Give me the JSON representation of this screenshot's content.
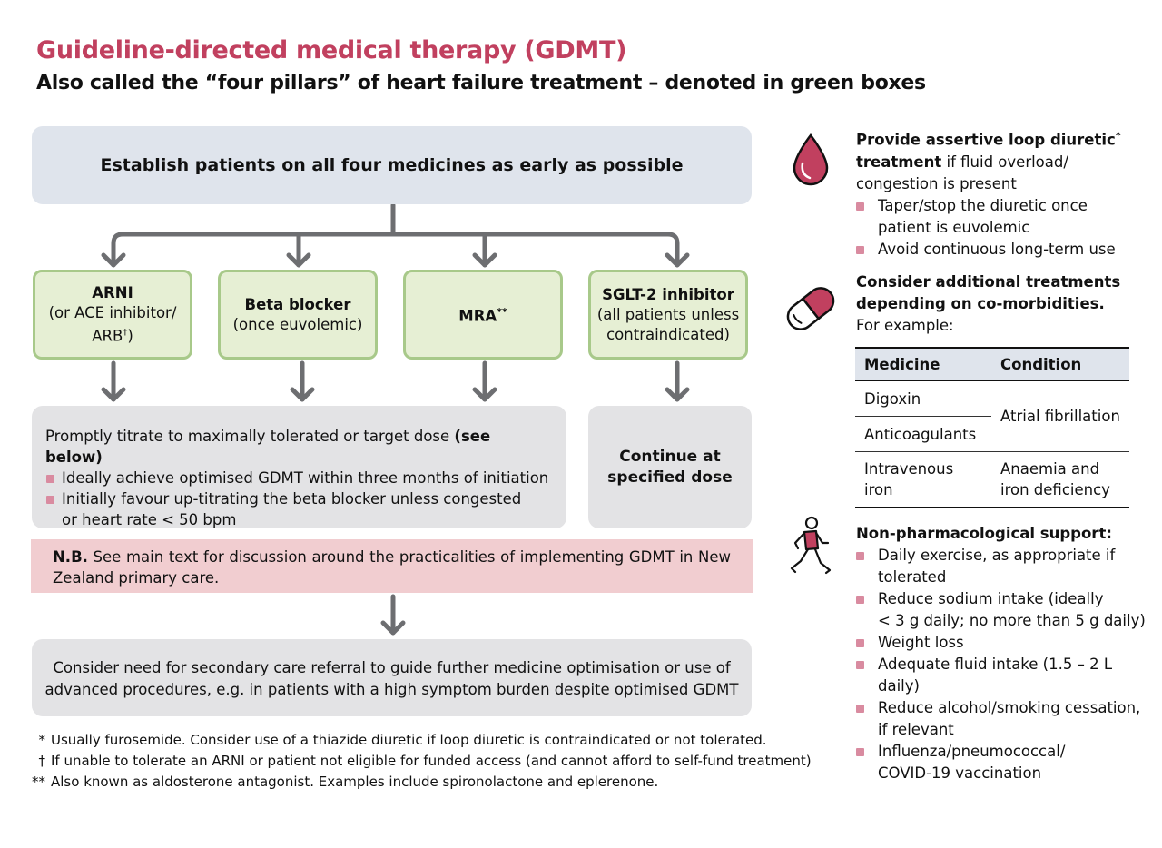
{
  "title": "Guideline-directed medical therapy (GDMT)",
  "subtitle": "Also called the “four pillars” of heart failure treatment – denoted in green boxes",
  "top_box": "Establish patients on all four medicines as early as possible",
  "pillars": [
    {
      "name": "ARNI",
      "line2": "(or ACE inhibitor/",
      "line3": "ARB",
      "sup": "†",
      "line3_end": ")"
    },
    {
      "name": "Beta blocker",
      "line2": "(once euvolemic)"
    },
    {
      "name": "MRA",
      "sup": "**"
    },
    {
      "name": "SGLT-2 inhibitor",
      "line2": "(all patients unless",
      "line3": "contraindicated)"
    }
  ],
  "titrate": {
    "lead": "Promptly titrate to maximally tolerated or target dose ",
    "lead_bold": "(see below)",
    "bullets": [
      "Ideally achieve optimised GDMT within three months of initiation",
      "Initially favour up-titrating the beta blocker unless congested or heart rate < 50 bpm"
    ]
  },
  "continue_box": {
    "line1": "Continue at",
    "line2": "specified dose"
  },
  "nb": {
    "label": "N.B.",
    "text": " See main text for discussion around the practicalities of implementing GDMT in New Zealand primary care."
  },
  "referral": {
    "line1": "Consider need for secondary care referral to guide further medicine optimisation or use of",
    "line2": "advanced procedures, e.g. in patients with a high symptom burden despite optimised GDMT"
  },
  "footnotes": [
    {
      "mark": "*",
      "text": "Usually furosemide. Consider use of a thiazide diuretic if loop diuretic is contraindicated or not tolerated."
    },
    {
      "mark": "†",
      "text": "If unable to tolerate an ARNI or patient not eligible for funded access (and cannot afford to self-fund treatment)"
    },
    {
      "mark": "**",
      "text": "Also known as aldosterone antagonist. Examples include spironolactone and eplerenone."
    }
  ],
  "diuretic": {
    "bold1": "Provide assertive loop diuretic",
    "sup": "*",
    "bold2": "treatment",
    "rest1": " if fluid overload/",
    "rest2": "congestion is present",
    "bullets": [
      "Taper/stop the diuretic once patient is euvolemic",
      "Avoid continuous long-term use"
    ]
  },
  "additional": {
    "bold1": "Consider additional treatments",
    "bold2": "depending on co-morbidities.",
    "text": "For example:",
    "table": {
      "headers": [
        "Medicine",
        "Condition"
      ],
      "rows": [
        {
          "medicine": "Digoxin"
        },
        {
          "medicine": "Anticoagulants"
        },
        {
          "medicine_l1": "Intravenous",
          "medicine_l2": "iron",
          "condition_l1": "Anaemia and",
          "condition_l2": "iron deficiency"
        }
      ],
      "shared_condition": "Atrial fibrillation"
    }
  },
  "nonpharm": {
    "heading": "Non-pharmacological support:",
    "bullets": [
      [
        "Daily exercise, as appropriate if",
        "tolerated"
      ],
      [
        "Reduce sodium intake (ideally",
        "< 3 g daily; no more than 5 g daily)"
      ],
      [
        "Weight loss"
      ],
      [
        "Adequate fluid intake (1.5 – 2 L",
        "daily)"
      ],
      [
        "Reduce alcohol/smoking cessation,",
        "if relevant"
      ],
      [
        "Influenza/pneumococcal/",
        "COVID-19 vaccination"
      ]
    ]
  },
  "colors": {
    "accent": "#c1405f",
    "green_fill": "#e6efd4",
    "green_border": "#a8c98a",
    "grey_box": "#e3e3e5",
    "blue_box": "#dfe4ec",
    "nb_fill": "#f1cdd0",
    "arrow": "#6d6e71"
  }
}
